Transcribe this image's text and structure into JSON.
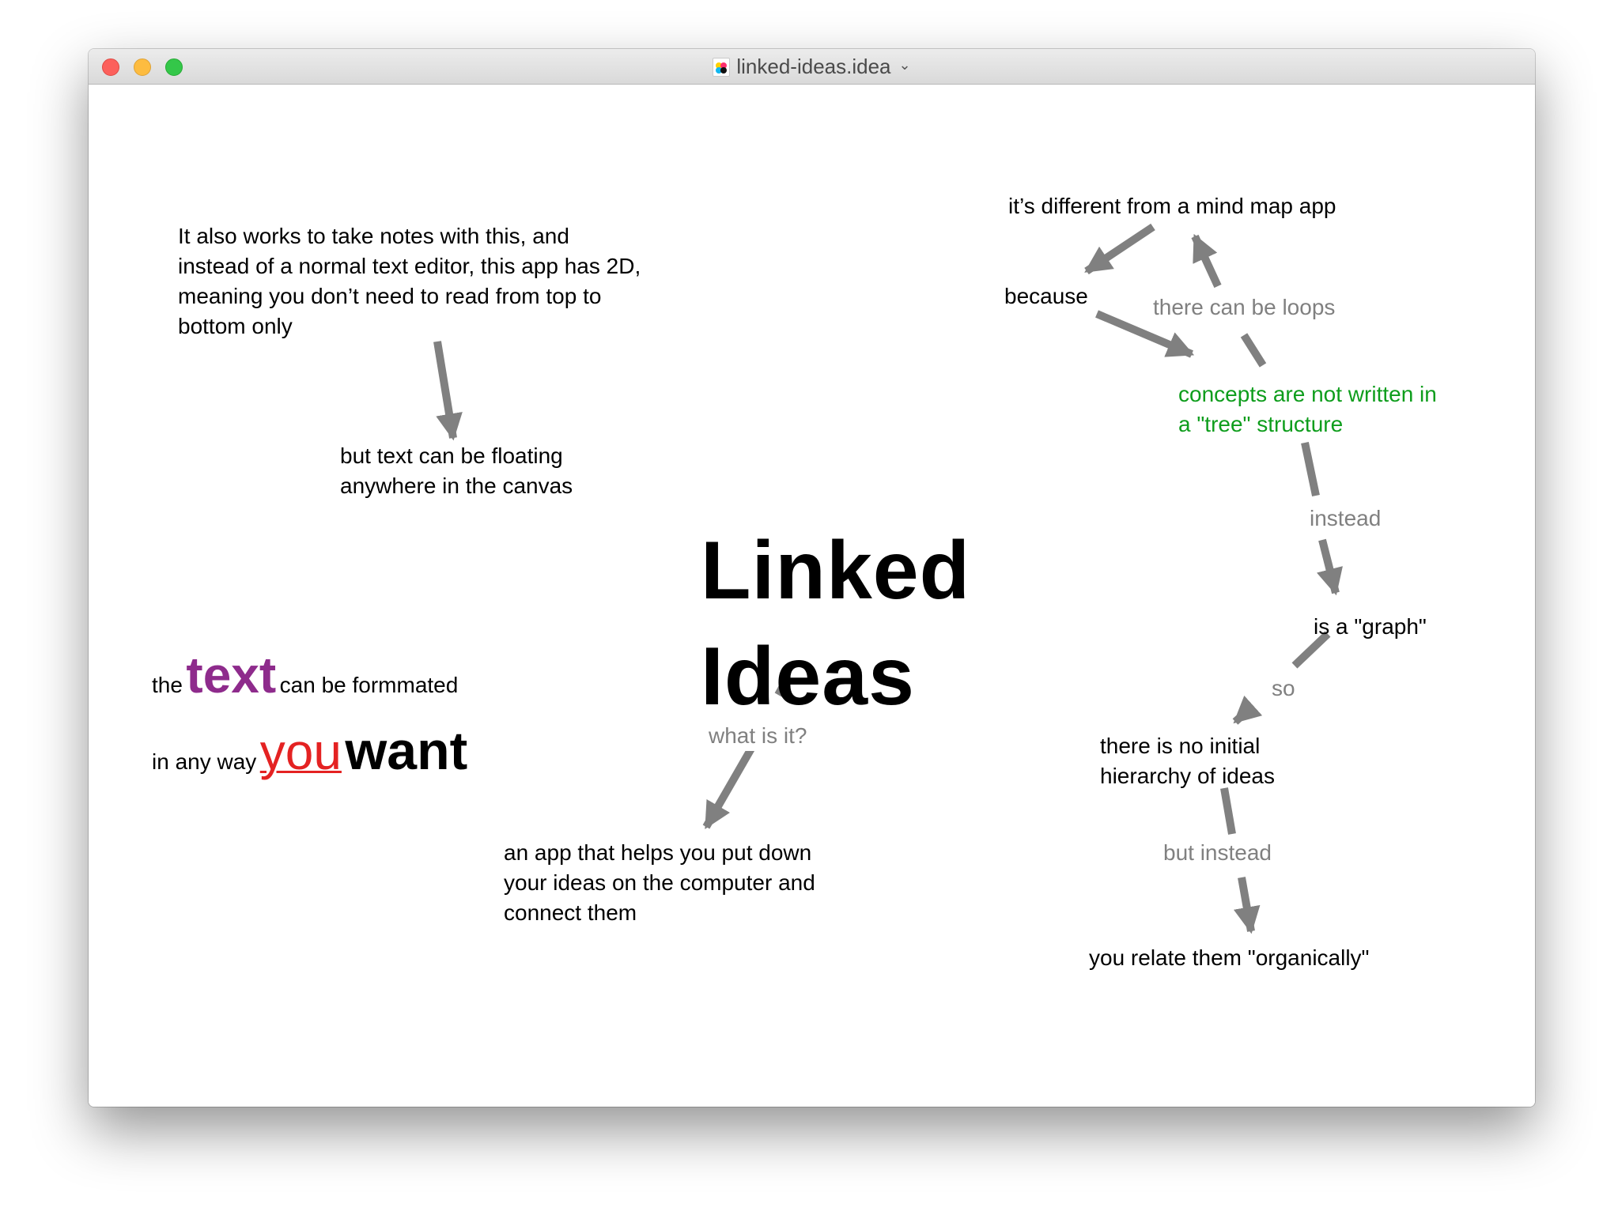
{
  "window": {
    "title": "linked-ideas.idea",
    "chevron": "⌄",
    "icon": "idea-document-icon"
  },
  "traffic_lights": [
    "close",
    "minimize",
    "zoom"
  ],
  "colors": {
    "link": "#808080",
    "green_text": "#0e9d1c",
    "purple_text": "#8e2b8c",
    "red_text": "#e42222"
  },
  "canvas": {
    "title": "Linked\nIdeas",
    "notes": {
      "note_text": "It also works to take notes with this, and\ninstead of a normal text editor, this app has 2D,\nmeaning you don’t need to read from top to\nbottom only",
      "floating_text": "but text can be floating\nanywhere in the canvas",
      "app_description": "an app that helps you put down\nyour ideas on the computer and\nconnect them",
      "mind_map": "it’s different from a mind map app",
      "because": "because",
      "tree_structure": "concepts are not written in\na \"tree\" structure",
      "graph": "is a \"graph\"",
      "no_hierarchy": "there is no initial\nhierarchy of ideas",
      "organically": "you relate them \"organically\""
    },
    "link_labels": {
      "what_is_it": "what is it?",
      "loops": "there can be loops",
      "instead": "instead",
      "so": "so",
      "but_instead": "but instead"
    },
    "formatted": {
      "line1": [
        "the",
        "text",
        "can be formmated"
      ],
      "line2": [
        "in any way",
        "you",
        "want"
      ]
    }
  }
}
